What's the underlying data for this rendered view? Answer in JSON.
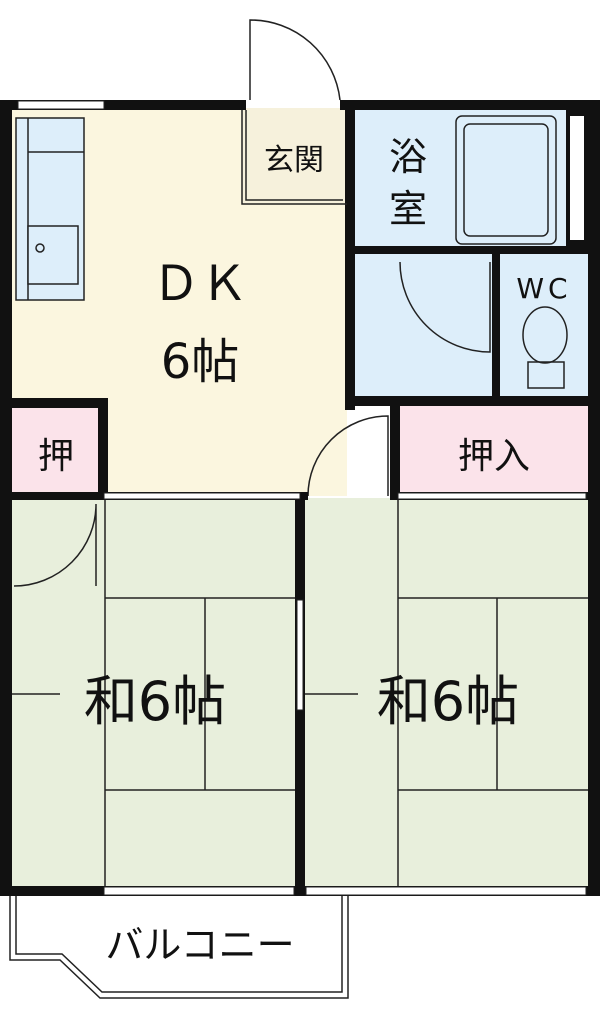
{
  "rooms": {
    "dk": {
      "name": "ＤＫ",
      "size": "6帖"
    },
    "genkan": {
      "name": "玄関"
    },
    "bath": {
      "line1": "浴",
      "line2": "室"
    },
    "wc": {
      "name": "WC"
    },
    "oshi_left": {
      "name": "押"
    },
    "oshiire_right": {
      "name": "押入"
    },
    "washitsu_left": {
      "name": "和6帖"
    },
    "washitsu_right": {
      "name": "和6帖"
    },
    "balcony": {
      "name": "バルコニー"
    }
  },
  "colors": {
    "wall": "#111111",
    "dk_floor": "#fbf6df",
    "tatami": "#e8efdc",
    "wet_area": "#ddeefa",
    "closet": "#fbe3ea",
    "genkan_floor": "#f6f1dc",
    "background": "#ffffff"
  }
}
